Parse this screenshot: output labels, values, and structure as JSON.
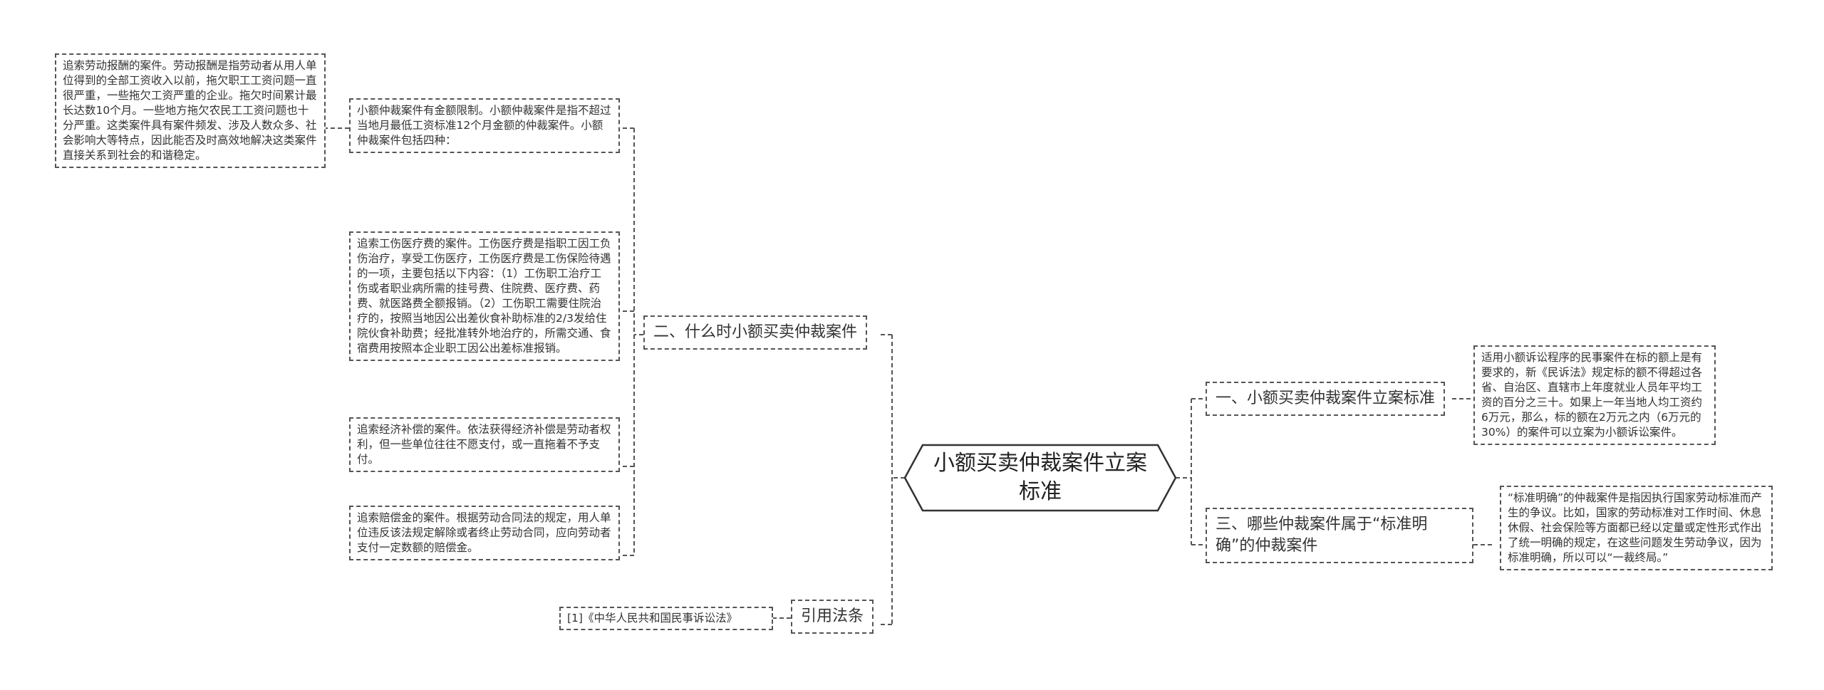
{
  "root": {
    "title": "小额买卖仲裁案件立案标准"
  },
  "branches": {
    "b1": {
      "label": "一、小额买卖仲裁案件立案标准",
      "detail": "适用小额诉讼程序的民事案件在标的额上是有要求的，新《民诉法》规定标的额不得超过各省、自治区、直辖市上年度就业人员年平均工资的百分之三十。如果上一年当地人均工资约6万元，那么，标的额在2万元之内（6万元的30%）的案件可以立案为小额诉讼案件。"
    },
    "b2": {
      "label": "二、什么时小额买卖仲裁案件",
      "intro": "小额仲裁案件有金额限制。小额仲裁案件是指不超过当地月最低工资标准12个月金额的仲裁案件。小额仲裁案件包括四种：",
      "wage": "追索劳动报酬的案件。劳动报酬是指劳动者从用人单位得到的全部工资收入以前，拖欠职工工资问题一直很严重，一些拖欠工资严重的企业。拖欠时间累计最长达数10个月。一些地方拖欠农民工工资问题也十分严重。这类案件具有案件频发、涉及人数众多、社会影响大等特点，因此能否及时高效地解决这类案件直接关系到社会的和谐稳定。",
      "medical": "追索工伤医疗费的案件。工伤医疗费是指职工因工负伤治疗，享受工伤医疗，工伤医疗费是工伤保险待遇的一项，主要包括以下内容：（1）工伤职工治疗工伤或者职业病所需的挂号费、住院费、医疗费、药费、就医路费全额报销。（2）工伤职工需要住院治疗的，按照当地因公出差伙食补助标准的2/3发给住院伙食补助费；经批准转外地治疗的，所需交通、食宿费用按照本企业职工因公出差标准报销。",
      "economic": "追索经济补偿的案件。依法获得经济补偿是劳动者权利，但一些单位往往不愿支付，或一直拖着不予支付。",
      "compensation": "追索赔偿金的案件。根据劳动合同法的规定，用人单位违反该法规定解除或者终止劳动合同，应向劳动者支付一定数额的赔偿金。"
    },
    "b3": {
      "label": "三、哪些仲裁案件属于“标准明确”的仲裁案件",
      "detail": "“标准明确”的仲裁案件是指因执行国家劳动标准而产生的争议。比如，国家的劳动标准对工作时间、休息休假、社会保险等方面都已经以定量或定性形式作出了统一明确的规定，在这些问题发生劳动争议，因为标准明确，所以可以“一裁终局。”"
    },
    "b4": {
      "label": "引用法条",
      "ref": "[1]《中华人民共和国民事诉讼法》"
    }
  },
  "colors": {
    "line": "#555555",
    "border": "#555555",
    "text": "#333333",
    "background": "#ffffff"
  }
}
